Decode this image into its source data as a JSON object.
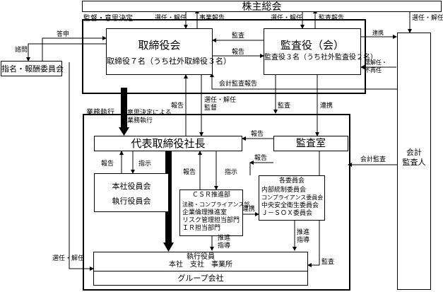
{
  "shareholders": "株主総会",
  "board": {
    "title": "取締役会",
    "detail": "取締役７名（うち社外取締役３名）"
  },
  "auditors": {
    "title": "監査役（会）",
    "detail": "監査役３名（うち社外監査役２名）"
  },
  "committee": "指名・報酬委員会",
  "accounting_auditor": [
    "会計",
    "監査人"
  ],
  "president": "代表取締役社長",
  "audit_office": "監査室",
  "officers_company": "本社役員会",
  "officers_exec": "執行役員会",
  "csr": {
    "title": "ＣＳＲ推進部",
    "items": [
      "法務・コンプライアンス部",
      "企業倫理推進室",
      "リスク管理担当部門",
      "ＩＲ担当部門"
    ]
  },
  "committees": {
    "title": "各委員会",
    "items": [
      "内部統制委員会",
      "コンプライアンス委員会",
      "中央安全衛生委員会",
      "Ｊ－ＳＯＸ委員会"
    ]
  },
  "exec_officers": {
    "title": "執行役員",
    "sub": "本社　支社　事業所"
  },
  "group": "グループ会社",
  "labels": {
    "supervise_decide": "監督・意思決定",
    "elect_dismiss": "選任・解任",
    "business_report": "事業報告",
    "audit_report": "監査報告",
    "audit": "監査",
    "report": "報告",
    "liaison": "連携",
    "consult": "諮問",
    "reply": "答申",
    "acct_audit_report": "会計監査報告",
    "elect_dismiss_disagree": [
      "選解任・",
      "不再任"
    ],
    "business_exec": "業務執行",
    "decision_based": [
      "意思決定による",
      "業務執行"
    ],
    "elect_supervise": [
      "選任・解任",
      "監督"
    ],
    "instruction": "指示",
    "acct_audit": "会計監査",
    "promote_guide": [
      "推進",
      "指導"
    ]
  }
}
